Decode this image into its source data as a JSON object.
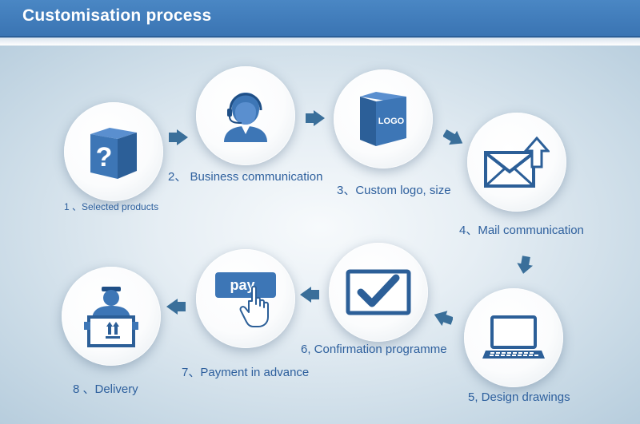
{
  "header": {
    "title": "Customisation process"
  },
  "steps": [
    {
      "label": "1 、Selected products",
      "icon": "question-box-icon"
    },
    {
      "label": "2、 Business communication",
      "icon": "headset-person-icon"
    },
    {
      "label": "3、Custom logo, size",
      "icon": "logo-box-icon",
      "box_text": "LOGO"
    },
    {
      "label": "4、Mail communication",
      "icon": "mail-arrow-icon"
    },
    {
      "label": "5, Design drawings",
      "icon": "laptop-icon"
    },
    {
      "label": "6, Confirmation programme",
      "icon": "checkmark-screen-icon"
    },
    {
      "label": "7、Payment in advance",
      "icon": "pay-button-icon",
      "button_text": "pay"
    },
    {
      "label": "8 、Delivery",
      "icon": "delivery-person-icon"
    }
  ],
  "colors": {
    "accent": "#3d76b6",
    "header": "#3d7bbb",
    "label": "#2d5f9d"
  }
}
